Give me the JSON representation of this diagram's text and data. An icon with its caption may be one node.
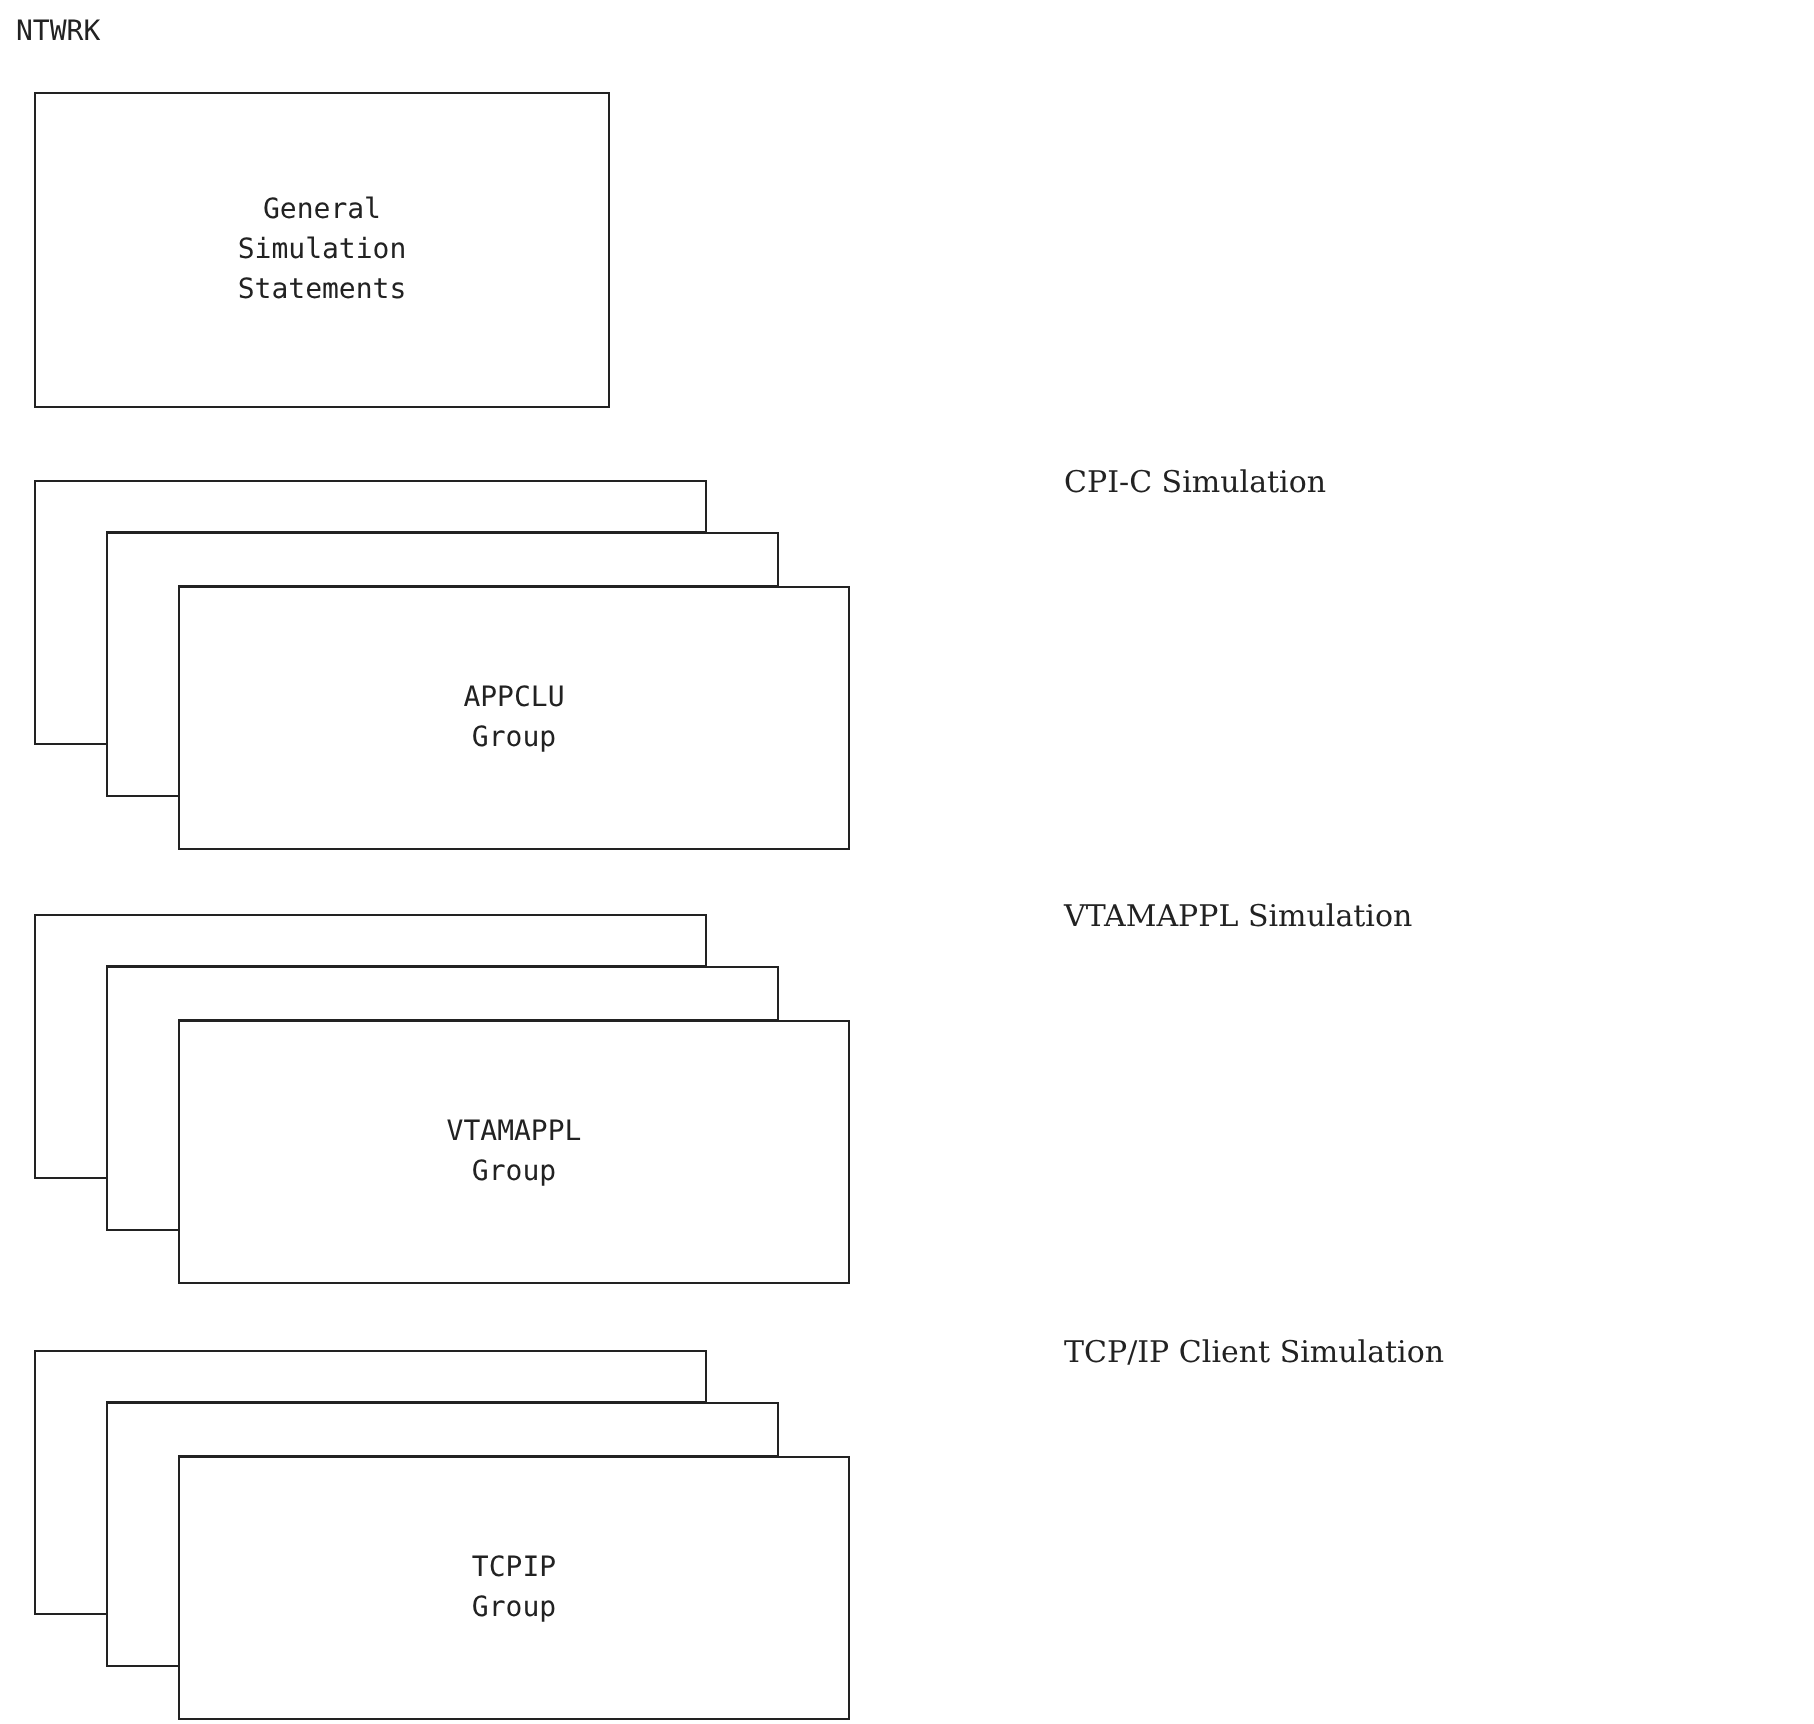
{
  "diagram": {
    "nodes": [
      {
        "text": [
          "General Simulation Statements"
        ]
      },
      {
        "text": [
          "APPCLU Group"
        ]
      },
      {
        "text": [
          "VTAMAPPL Group"
        ]
      },
      {
        "text": [
          "TCPIP Group"
        ]
      }
    ],
    "labels": [
      "NTWRK",
      "CPI-C Simulation",
      "VTAMAPPL Simulation",
      "TCP/IP Client Simulation"
    ]
  }
}
